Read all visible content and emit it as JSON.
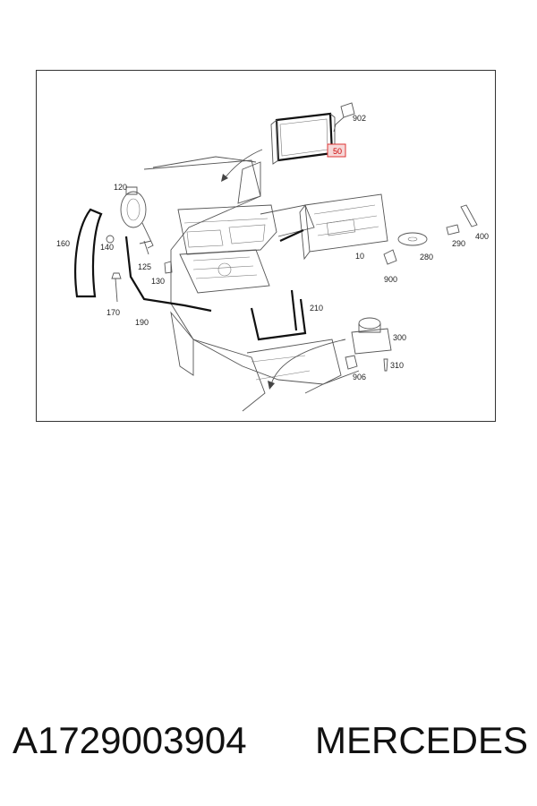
{
  "diagram": {
    "callouts": {
      "c50": "50",
      "c120": "120",
      "c125": "125",
      "c130": "130",
      "c140": "140",
      "c160": "160",
      "c170": "170",
      "c190": "190",
      "c210": "210",
      "c280": "280",
      "c290": "290",
      "c300": "300",
      "c310": "310",
      "c400": "400",
      "c900": "900",
      "c902": "902",
      "c906": "906",
      "c10": "10"
    },
    "highlight_color": "#d33333"
  },
  "footer": {
    "part_number": "A1729003904",
    "brand": "MERCEDES"
  }
}
